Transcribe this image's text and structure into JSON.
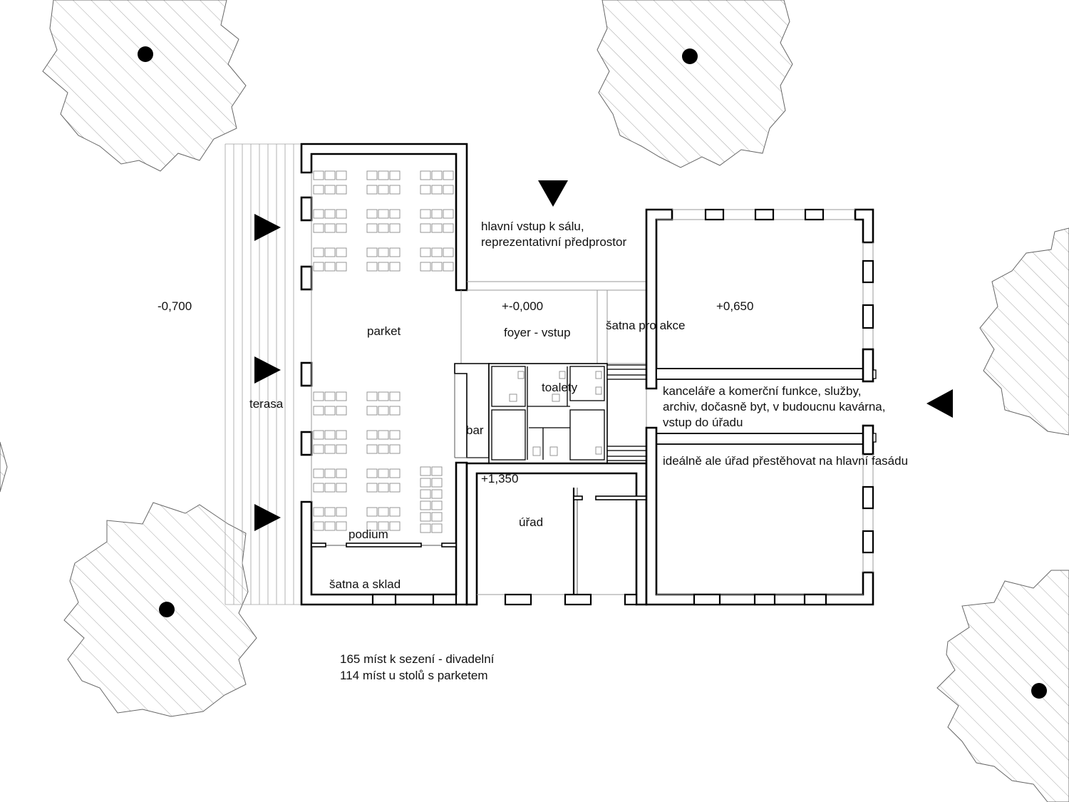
{
  "labels": {
    "level_terrace": "-0,700",
    "parket": "parket",
    "terasa": "terasa",
    "podium": "podium",
    "satna_sklad": "šatna a sklad",
    "main_entry_line1": "hlavní vstup k sálu,",
    "main_entry_line2": "reprezentativní předprostor",
    "level_foyer": "+-0,000",
    "foyer": "foyer - vstup",
    "satna_akce": "šatna pro akce",
    "level_upper": "+0,650",
    "toalety": "toalety",
    "bar": "bar",
    "offices_line1": "kanceláře a komerční funkce, služby,",
    "offices_line2": "archiv, dočasně byt, v budoucnu kavárna,",
    "offices_line3": "vstup do úřadu",
    "office_note": "ideálně ale úřad přestěhovat na hlavní fasádu",
    "level_office": "+1,350",
    "urad": "úřad",
    "seats_theatre": "165 míst k sezení - divadelní",
    "seats_tables": "114 míst u stolů s parketem"
  },
  "colors": {
    "ink": "#000000",
    "hatch": "#9a9a9a",
    "background": "#ffffff"
  }
}
